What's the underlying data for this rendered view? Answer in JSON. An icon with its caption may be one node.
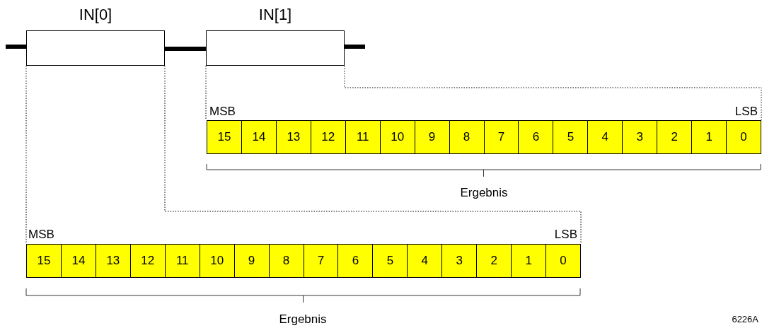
{
  "diagram": {
    "nodes": [
      {
        "text": [
          "IN[0]"
        ]
      },
      {
        "text": [
          "IN[1]"
        ]
      },
      {
        "text": [
          "15"
        ]
      },
      {
        "text": [
          "14"
        ]
      },
      {
        "text": [
          "13"
        ]
      },
      {
        "text": [
          "12"
        ]
      },
      {
        "text": [
          "11"
        ]
      },
      {
        "text": [
          "10"
        ]
      },
      {
        "text": [
          "9"
        ]
      },
      {
        "text": [
          "8"
        ]
      },
      {
        "text": [
          "7"
        ]
      },
      {
        "text": [
          "6"
        ]
      },
      {
        "text": [
          "5"
        ]
      },
      {
        "text": [
          "4"
        ]
      },
      {
        "text": [
          "3"
        ]
      },
      {
        "text": [
          "2"
        ]
      },
      {
        "text": [
          "1"
        ]
      },
      {
        "text": [
          "0"
        ]
      },
      {
        "text": [
          "15"
        ]
      },
      {
        "text": [
          "14"
        ]
      },
      {
        "text": [
          "13"
        ]
      },
      {
        "text": [
          "12"
        ]
      },
      {
        "text": [
          "11"
        ]
      },
      {
        "text": [
          "10"
        ]
      },
      {
        "text": [
          "9"
        ]
      },
      {
        "text": [
          "8"
        ]
      },
      {
        "text": [
          "7"
        ]
      },
      {
        "text": [
          "6"
        ]
      },
      {
        "text": [
          "5"
        ]
      },
      {
        "text": [
          "4"
        ]
      },
      {
        "text": [
          "3"
        ]
      },
      {
        "text": [
          "2"
        ]
      },
      {
        "text": [
          "1"
        ]
      },
      {
        "text": [
          "0"
        ]
      }
    ],
    "edges": [
      {
        "from": null,
        "to": 0,
        "arrow": "none",
        "style": "thick"
      },
      {
        "from": 0,
        "to": 1,
        "arrow": "none",
        "style": "thick"
      },
      {
        "from": 1,
        "to": null,
        "arrow": "none",
        "style": "thick"
      },
      {
        "from": 1,
        "to": 2,
        "arrow": "none",
        "style": "dashed"
      },
      {
        "from": 1,
        "to": 17,
        "arrow": "none",
        "style": "dashed"
      },
      {
        "from": 0,
        "to": 18,
        "arrow": "none",
        "style": "dashed"
      },
      {
        "from": 0,
        "to": 33,
        "arrow": "none",
        "style": "dashed"
      }
    ],
    "labels": [
      "MSB",
      "LSB",
      "Ergebnis",
      "MSB",
      "LSB",
      "Ergebnis",
      "6226A"
    ]
  }
}
